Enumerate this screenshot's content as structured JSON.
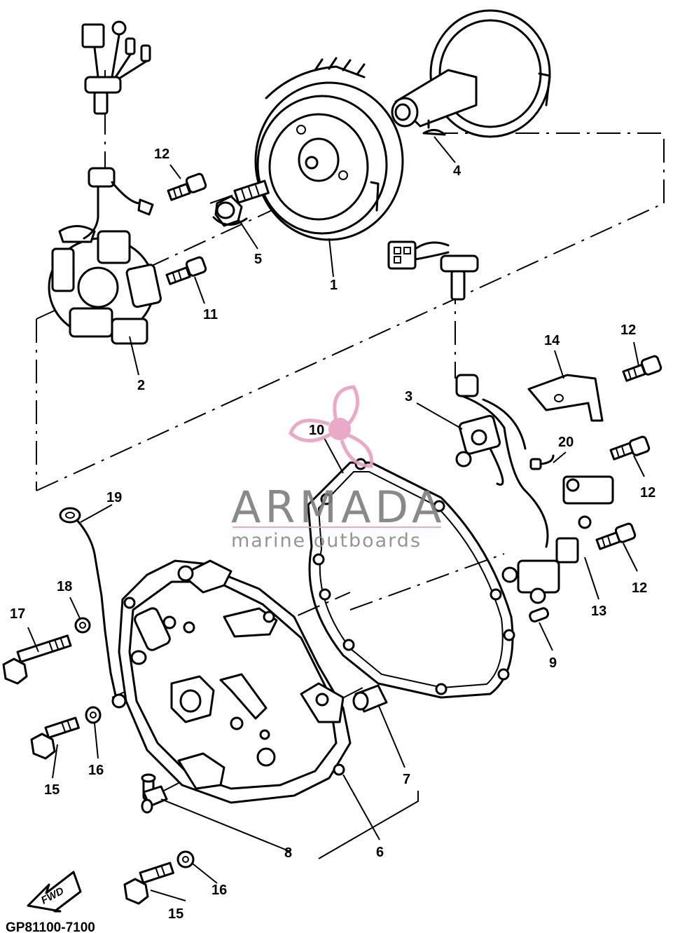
{
  "diagram_code": "GP81100-7100",
  "direction_arrow": {
    "label": "FWD"
  },
  "watermark": {
    "brand": "ARMADA",
    "tagline": "marine outboards",
    "logo_color": "#e8a0c0",
    "text_color": "#7d7d7d"
  },
  "callouts": {
    "c1": "1",
    "c2": "2",
    "c3": "3",
    "c4": "4",
    "c5": "5",
    "c6": "6",
    "c7": "7",
    "c8": "8",
    "c9": "9",
    "c10": "10",
    "c11": "11",
    "c12a": "12",
    "c12b": "12",
    "c12c": "12",
    "c12d": "12",
    "c13": "13",
    "c14": "14",
    "c15a": "15",
    "c15b": "15",
    "c16a": "16",
    "c16b": "16",
    "c17": "17",
    "c18": "18",
    "c19": "19",
    "c20": "20"
  }
}
